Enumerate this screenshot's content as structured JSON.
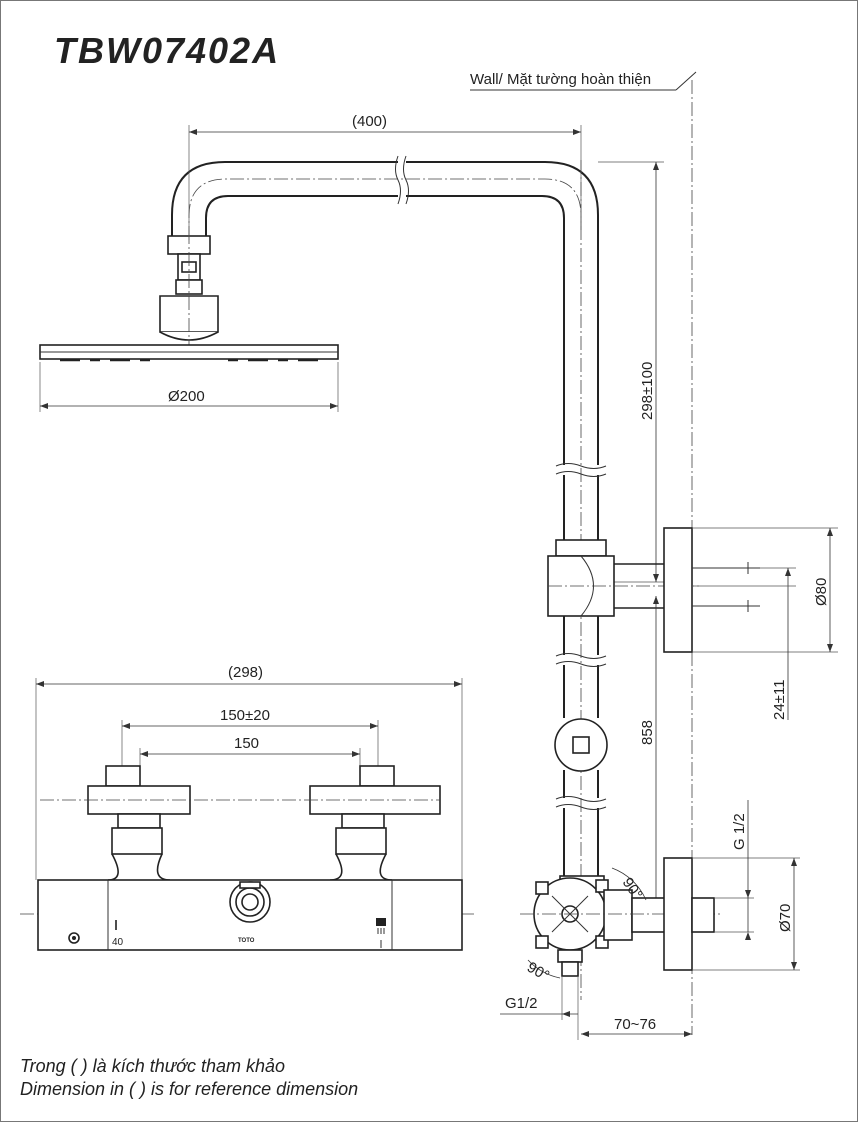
{
  "title": "TBW07402A",
  "wall_label": "Wall/ Mặt tường hoàn thiện",
  "dimensions": {
    "arm_length": "(400)",
    "head_diameter": "Ø200",
    "head_height": "298±100",
    "bracket_diameter": "Ø80",
    "bracket_offset": "24±11",
    "riser_length": "858",
    "valve_width": "(298)",
    "inlet_spacing_adj": "150±20",
    "inlet_spacing": "150",
    "inlet_thread_top": "G 1/2",
    "flange_diameter": "Ø70",
    "inlet_thread_bottom": "G1/2",
    "wall_offset": "70~76",
    "angle_upper": "90°",
    "angle_lower": "90°"
  },
  "valve_marks": {
    "temp_40": "40",
    "brand": "TOTO"
  },
  "notes": [
    "Trong ( ) là kích thước tham khảo",
    "Dimension in ( ) is for reference dimension"
  ]
}
